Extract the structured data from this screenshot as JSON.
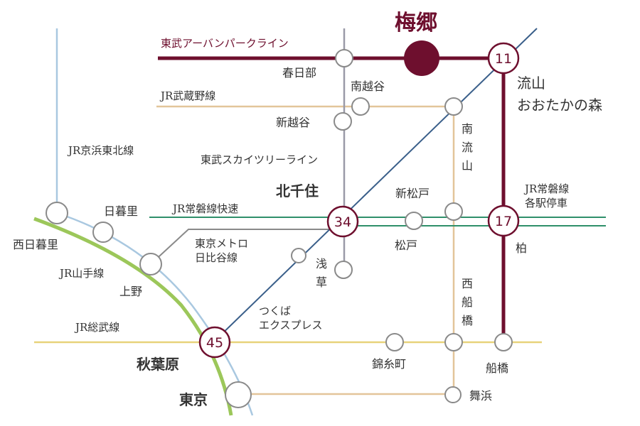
{
  "colors": {
    "accent": "#6e0f2e",
    "tobu_urban_park": "#6e0f2e",
    "jr_keihin_tohoku": "#a9c8e0",
    "jr_yamanote": "#9cc75a",
    "jr_musashino": "#e3c59a",
    "jr_sobu": "#e8d27a",
    "jr_joban": "#2f8f6a",
    "tobu_skytree": "#9a9aa8",
    "tsukuba_express": "#3a5f8a",
    "hibiya_line": "#8a8a8a",
    "minami_nagareyama_line": "#e3c59a",
    "node_stroke": "#8a8a8a"
  },
  "highlight": {
    "station": "梅郷"
  },
  "lines": {
    "tobu_urban_park": "東武アーバンパークライン",
    "jr_musashino": "JR武蔵野線",
    "jr_keihin_tohoku": "JR京浜東北線",
    "tobu_skytree": "東武スカイツリーライン",
    "jr_joban_rapid": "JR常磐線快速",
    "jr_joban_local_1": "JR常磐線",
    "jr_joban_local_2": "各駅停車",
    "hibiya_1": "東京メトロ",
    "hibiya_2": "日比谷線",
    "jr_yamanote": "JR山手線",
    "jr_sobu": "JR総武線",
    "tsukuba_1": "つくば",
    "tsukuba_2": "エクスプレス"
  },
  "stations": {
    "kasukabe": "春日部",
    "minamikoshigaya": "南越谷",
    "shinkoshigaya": "新越谷",
    "nagareyama_1": "流山",
    "nagareyama_2": "おおたかの森",
    "minami_nagareyama_1": "南",
    "minami_nagareyama_2": "流",
    "minami_nagareyama_3": "山",
    "kitasenju": "北千住",
    "shinmatsudo": "新松戸",
    "matsudo": "松戸",
    "kashiwa": "柏",
    "nippori": "日暮里",
    "nishinippori": "西日暮里",
    "ueno": "上野",
    "asakusa_1": "浅",
    "asakusa_2": "草",
    "nishifunabashi_1": "西",
    "nishifunabashi_2": "船",
    "nishifunabashi_3": "橋",
    "akihabara": "秋葉原",
    "kinshicho": "錦糸町",
    "funabashi": "船橋",
    "tokyo": "東京",
    "maihama": "舞浜"
  },
  "minutes": {
    "nagareyama_otakanomori": "11",
    "kitasenju": "34",
    "kashiwa": "17",
    "akihabara": "45"
  }
}
